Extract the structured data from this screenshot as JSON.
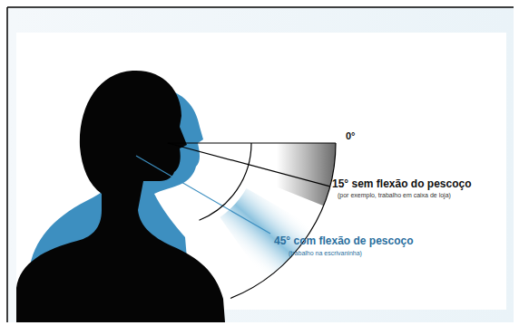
{
  "diagram": {
    "labels": [
      "0°",
      "15° sem flexão do pescoço",
      "(por exemplo, trabalho em caixa de loja)",
      "45° com flexão de pescoço",
      "(trabalho na escrivaninha)"
    ]
  }
}
